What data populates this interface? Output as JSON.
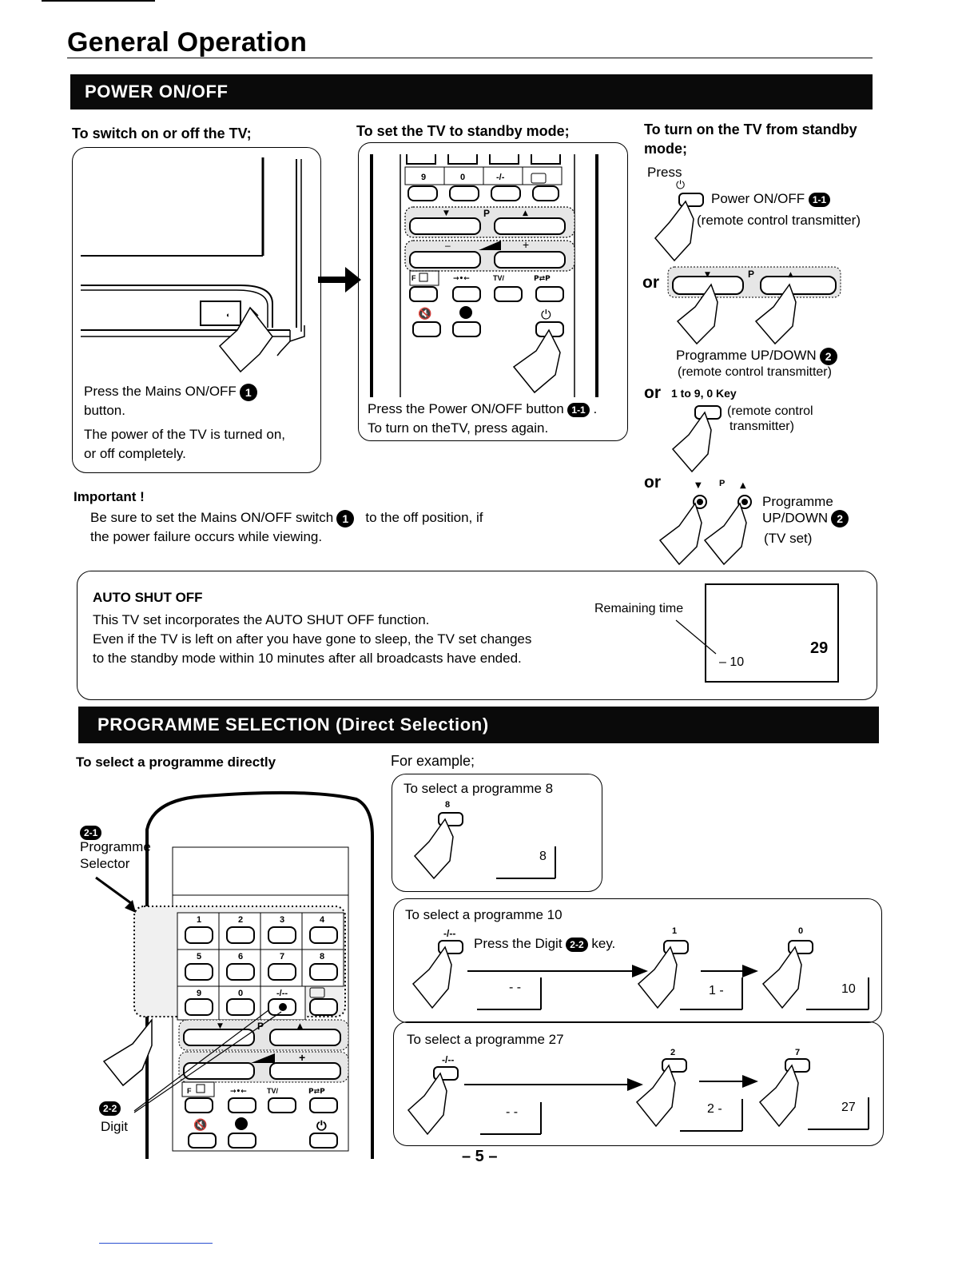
{
  "page": {
    "title": "General Operation",
    "page_number": "– 5 –"
  },
  "power": {
    "header": "POWER ON/OFF",
    "col1": {
      "heading": "To switch on or off the TV;",
      "line1": "Press the Mains ON/OFF",
      "badge": "1",
      "line2": "button.",
      "line3": "The power of the TV is turned on,",
      "line4": "or off completely."
    },
    "col2": {
      "heading": "To set the TV to standby mode;",
      "line1": "Press the Power ON/OFF button",
      "badge": "1-1",
      "line1_end": ".",
      "line2": "To turn on theTV, press again.",
      "keys_row1": [
        "9",
        "0",
        "-/--"
      ],
      "p_label": "P",
      "keys_row3": [
        "F",
        "→•←",
        "TV/",
        "P⇄P"
      ]
    },
    "col3": {
      "heading": "To turn on the TV from standby mode;",
      "press": "Press",
      "power_label": "Power ON/OFF",
      "power_badge": "1-1",
      "power_note": "(remote control transmitter)",
      "or": "or",
      "prog_label": "Programme UP/DOWN",
      "prog_badge": "2",
      "prog_note": "(remote control transmitter)",
      "key_label": "1 to 9, 0 Key",
      "key_note1": "(remote control",
      "key_note2": "transmitter)",
      "tv_p_label": "P",
      "tv_prog_label1": "Programme",
      "tv_prog_label2": "UP/DOWN",
      "tv_prog_badge": "2",
      "tv_prog_note": "(TV set)"
    },
    "important": {
      "title": "Important !",
      "line1a": "Be sure to set the Mains ON/OFF switch",
      "badge": "1",
      "line1b": "to the off position, if",
      "line2": "the power failure occurs while viewing."
    }
  },
  "auto_shut_off": {
    "title": "AUTO SHUT OFF",
    "line1": "This TV set incorporates the AUTO SHUT OFF function.",
    "line2": "Even if the TV  is left on after you have gone to sleep,  the TV set  changes",
    "line3": "to  the  standby mode within 10 minutes after all broadcasts have ended.",
    "remaining_label": "Remaining time",
    "countdown": "– 10",
    "channel": "29"
  },
  "programme_selection": {
    "header": "PROGRAMME SELECTION (Direct Selection)",
    "heading": "To select a programme directly",
    "for_example": "For example;",
    "selector_badge": "2-1",
    "selector_label1": "Programme",
    "selector_label2": "Selector",
    "digit_badge": "2-2",
    "digit_label": "Digit",
    "remote_keys": [
      "1",
      "2",
      "3",
      "4",
      "5",
      "6",
      "7",
      "8",
      "9",
      "0",
      "-/--"
    ],
    "example1": {
      "title": "To select a programme 8",
      "key": "8",
      "display": "8"
    },
    "example2": {
      "title": "To select a programme 10",
      "key1": "-/--",
      "press_text": "Press the Digit",
      "badge": "2-2",
      "key_text": "key.",
      "key2": "1",
      "key3": "0",
      "disp1": "- -",
      "disp2": "1 -",
      "disp3": "10"
    },
    "example3": {
      "title": "To select a programme 27",
      "key1": "-/--",
      "key2": "2",
      "key3": "7",
      "disp1": "- -",
      "disp2": "2 -",
      "disp3": "27"
    }
  }
}
